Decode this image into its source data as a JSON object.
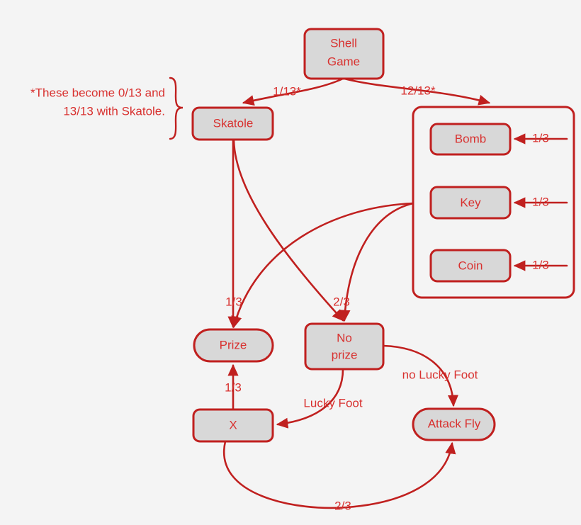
{
  "diagram": {
    "title": "Shell Game probability flow diagram",
    "background_color": "#f4f4f4",
    "stroke_color": "#c0201f",
    "text_color": "#d8312f",
    "node_fill": "#d8d8d8"
  },
  "nodes": {
    "shell_game": "Shell\nGame",
    "shell_game_line1": "Shell",
    "shell_game_line2": "Game",
    "skatole": "Skatole",
    "bomb": "Bomb",
    "key": "Key",
    "coin": "Coin",
    "prize": "Prize",
    "no_prize_line1": "No",
    "no_prize_line2": "prize",
    "x": "X",
    "attack_fly": "Attack Fly"
  },
  "edge_labels": {
    "shell_to_skatole": "1/13*",
    "shell_to_group": "12/13*",
    "bomb_in": "1/3",
    "key_in": "1/3",
    "coin_in": "1/3",
    "skatole_to_prize": "1/3",
    "skatole_to_noprize": "2/3",
    "x_to_prize": "1/3",
    "noprize_to_x": "Lucky Foot",
    "noprize_to_attackfly": "no Lucky Foot",
    "x_to_attackfly": "2/3"
  },
  "annotations": {
    "footnote_line1": "*These become 0/13 and",
    "footnote_line2": "13/13 with Skatole."
  }
}
